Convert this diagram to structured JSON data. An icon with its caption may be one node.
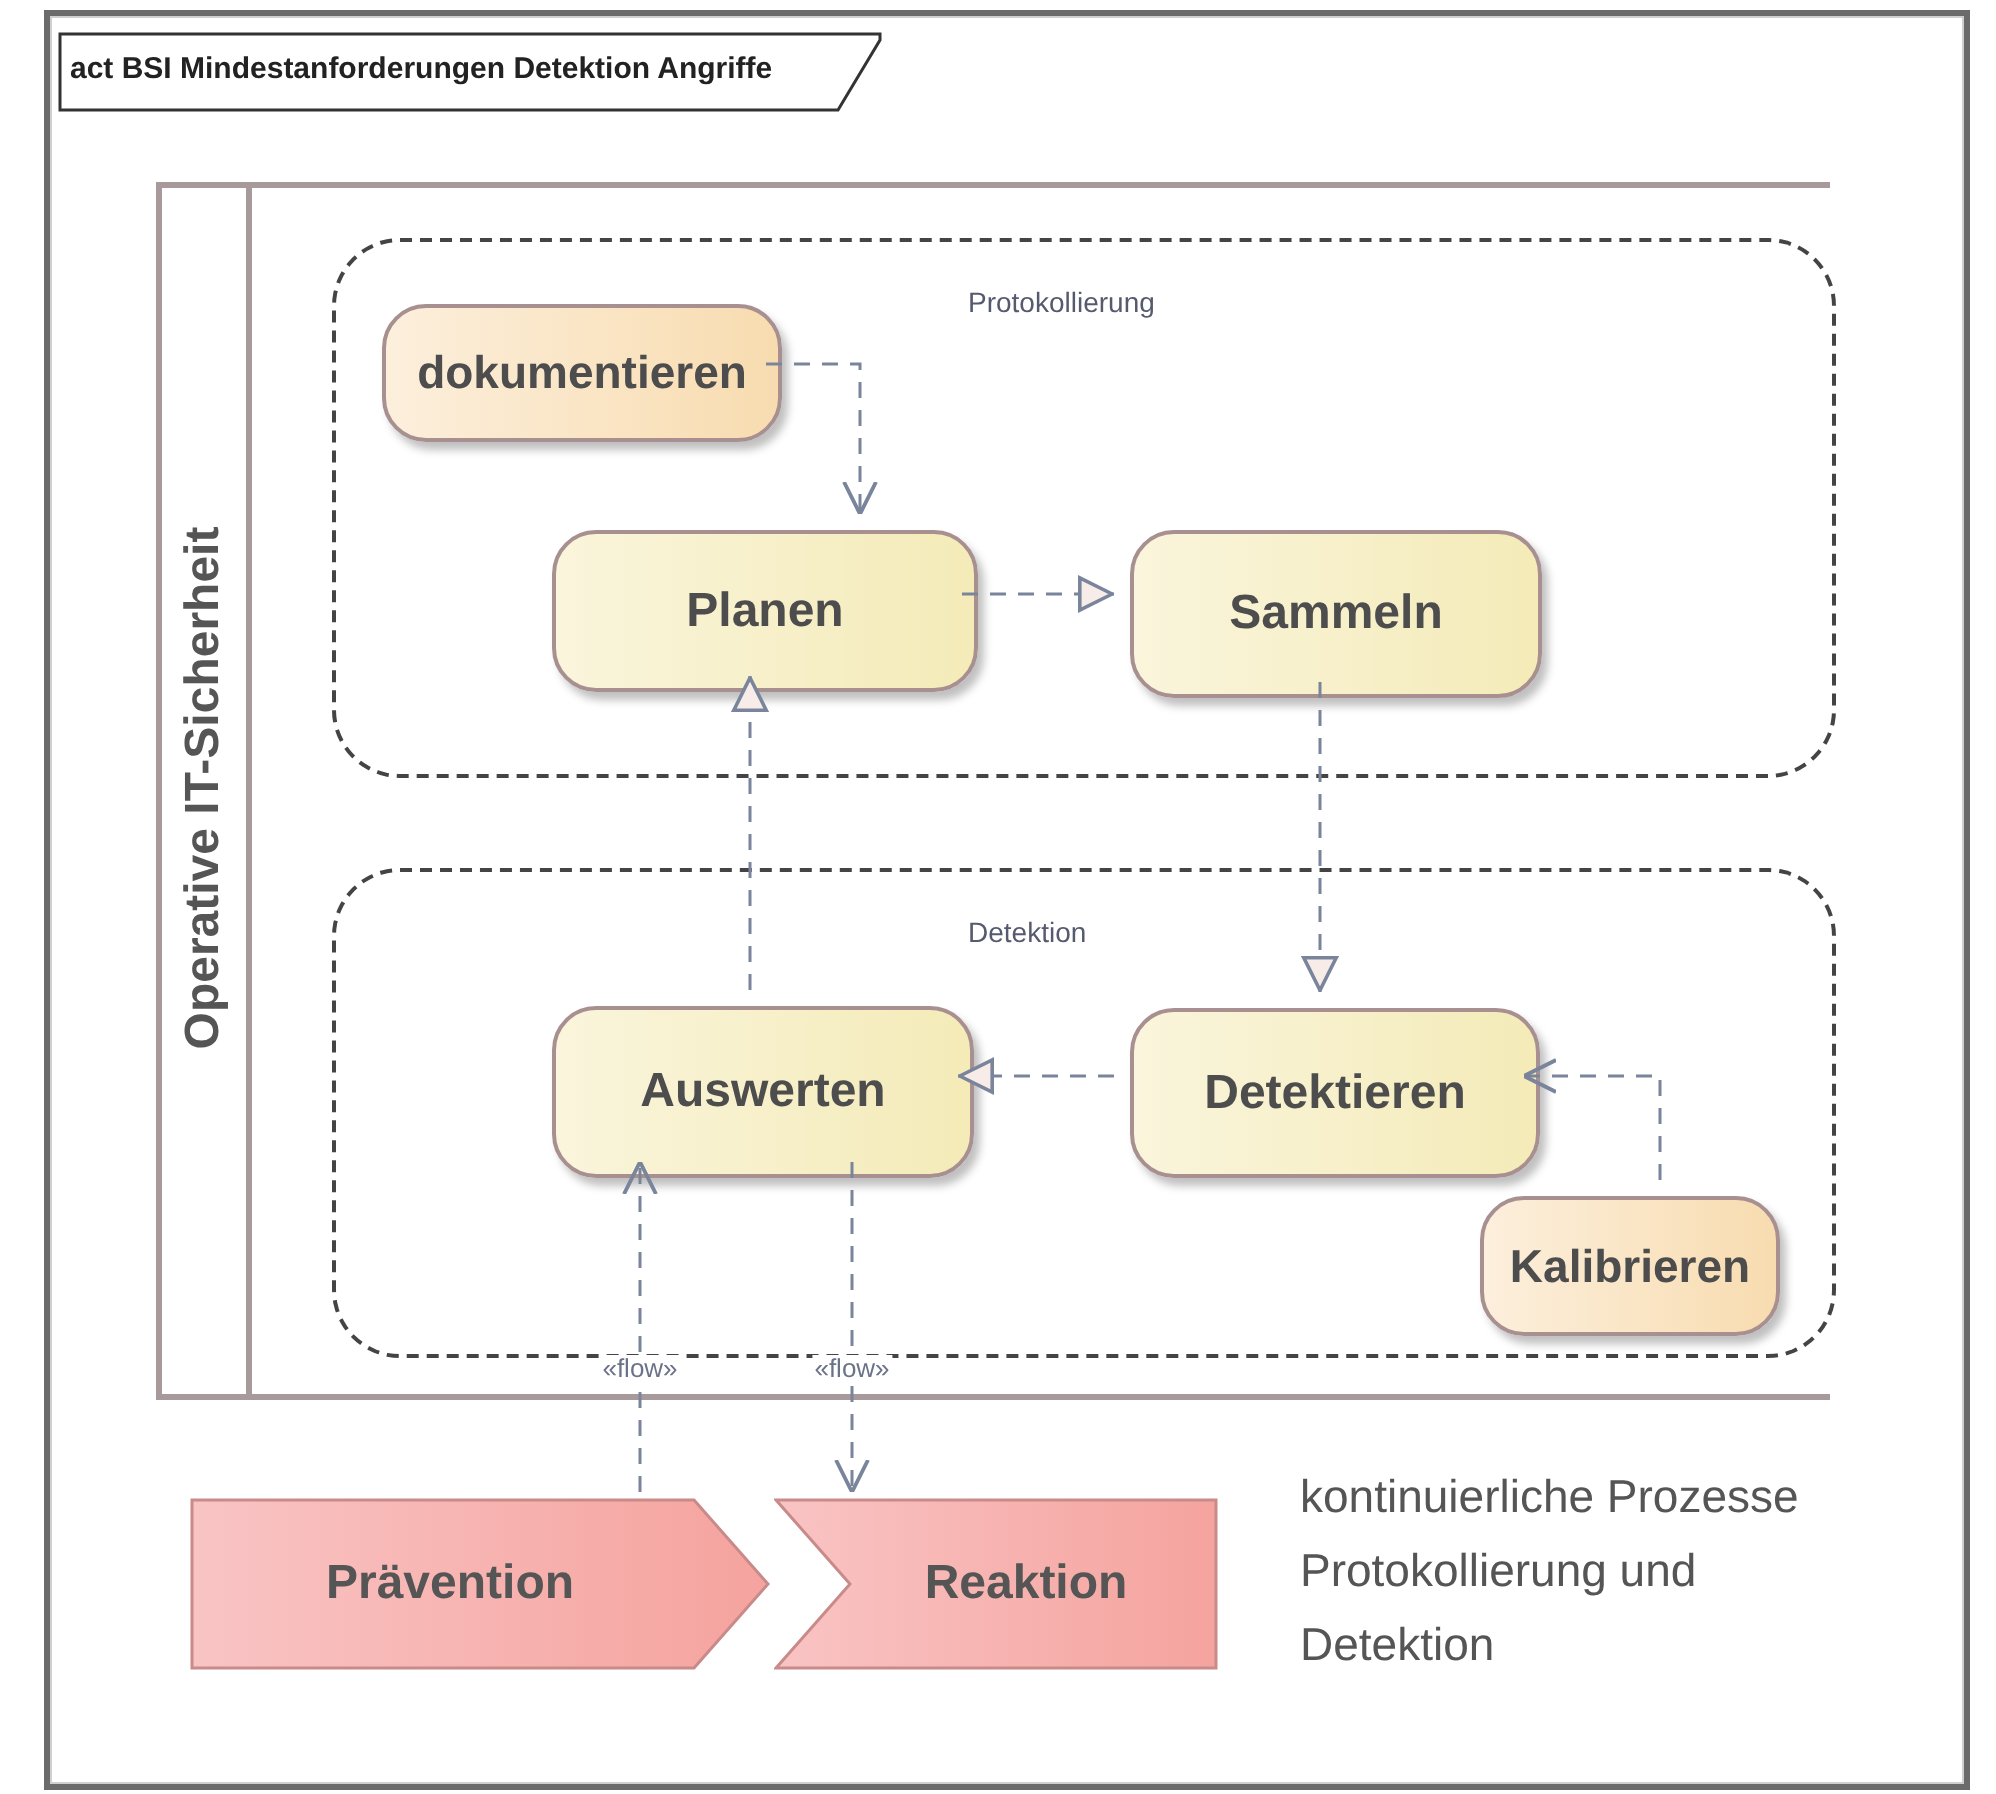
{
  "diagram": {
    "nodes": [
      {
        "text": [
          "act BSI Mindestanforderungen Detektion Angriffe"
        ]
      },
      {
        "text": [
          "Operative IT-Sicherheit"
        ],
        "in": 0
      },
      {
        "text": [
          "Protokollierung"
        ],
        "in": 1
      },
      {
        "text": [
          "dokumentieren"
        ],
        "in": 2
      },
      {
        "text": [
          "Planen"
        ],
        "in": 2
      },
      {
        "text": [
          "Sammeln"
        ],
        "in": 2
      },
      {
        "text": [
          "Detektion"
        ],
        "in": 1
      },
      {
        "text": [
          "Auswerten"
        ],
        "in": 6
      },
      {
        "text": [
          "Detektieren"
        ],
        "in": 6
      },
      {
        "text": [
          "Kalibrieren"
        ],
        "in": 6
      },
      {
        "text": [
          "Prävention"
        ],
        "in": 0
      },
      {
        "text": [
          "Reaktion"
        ],
        "in": 0
      }
    ],
    "edges": [
      {
        "from": 3,
        "to": 4,
        "arrow": "to",
        "style": "dashed"
      },
      {
        "from": 4,
        "to": 5,
        "arrow": "to",
        "style": "dashed"
      },
      {
        "from": 5,
        "to": 8,
        "arrow": "to",
        "style": "dashed"
      },
      {
        "from": 8,
        "to": 7,
        "arrow": "to",
        "style": "dashed"
      },
      {
        "from": 7,
        "to": 4,
        "arrow": "to",
        "style": "dashed"
      },
      {
        "from": 9,
        "to": 8,
        "arrow": "to",
        "style": "dashed"
      },
      {
        "from": 10,
        "to": 7,
        "arrow": "to",
        "style": "dashed",
        "label": "«flow»"
      },
      {
        "from": 7,
        "to": 11,
        "arrow": "to",
        "style": "dashed",
        "label": "«flow»"
      }
    ],
    "labels": [
      "kontinuierliche Prozesse Protokollierung und Detektion"
    ]
  }
}
